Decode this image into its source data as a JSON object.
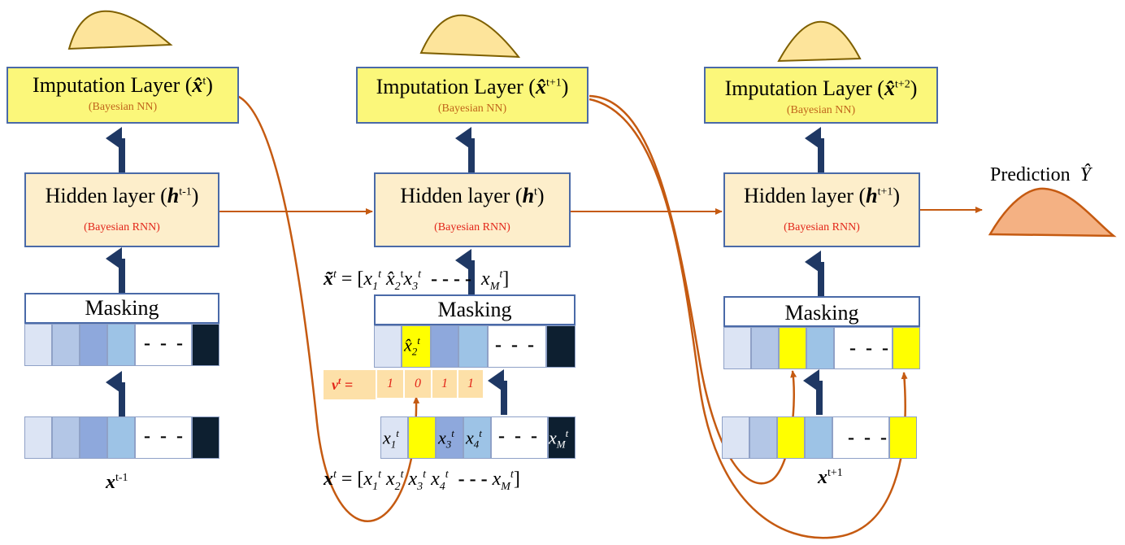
{
  "colors": {
    "imputation_fill": "#fbf77a",
    "hidden_fill": "#fdeecb",
    "arrow_navy": "#1f3864",
    "curve_orange": "#c55a11",
    "distribution_fill": "#f4b183",
    "imputed_cell": "#ffff00"
  },
  "columns": [
    {
      "imputation": {
        "title": "Imputation Layer (",
        "symbol": "x̂",
        "sup": "t",
        "close": ")",
        "subtitle": "(Bayesian NN)"
      },
      "hidden": {
        "title": "Hidden layer (",
        "symbol": "h",
        "sup": "t-1",
        "close": ")",
        "subtitle": "(Bayesian RNN)"
      },
      "masking": "Masking",
      "input_label": {
        "symbol": "x",
        "sup": "t-1"
      }
    },
    {
      "imputation": {
        "title": "Imputation Layer (",
        "symbol": "x̂",
        "sup": "t+1",
        "close": ")",
        "subtitle": "(Bayesian NN)"
      },
      "hidden": {
        "title": "Hidden layer (",
        "symbol": "h",
        "sup": "t",
        "close": ")",
        "subtitle": "(Bayesian RNN)"
      },
      "masking": "Masking",
      "masked_cell": {
        "base": "x̂",
        "sub": "2",
        "sup": "t"
      },
      "input_cells": [
        {
          "base": "x",
          "sub": "1",
          "sup": "t"
        },
        {
          "base": "x",
          "sub": "3",
          "sup": "t"
        },
        {
          "base": "x",
          "sub": "4",
          "sup": "t"
        },
        {
          "base": "x",
          "sub": "M",
          "sup": "t"
        }
      ],
      "tilde_eq": {
        "lhs": "x̃",
        "lhs_sup": "t",
        "eq": " = [",
        "t1": "x",
        "s1": "1",
        "t2": "x̂",
        "s2": "2",
        "t3": "x",
        "s3": "3",
        "dashes": "- - - -",
        "tM": "x",
        "sM": "M",
        "close": "]"
      },
      "x_eq": {
        "lhs": "x",
        "lhs_sup": "t",
        "eq": " = [",
        "t1": "x",
        "s1": "1",
        "t2": "x",
        "s2": "2",
        "t3": "x",
        "s3": "3",
        "t4": "x",
        "s4": "4",
        "dashes": "- - -",
        "tM": "x",
        "sM": "M",
        "close": "]"
      },
      "v_label": "v",
      "v_sup": "t",
      "v_eq": " =",
      "v_values": [
        "1",
        "0",
        "1",
        "1"
      ]
    },
    {
      "imputation": {
        "title": "Imputation Layer (",
        "symbol": "x̂",
        "sup": "t+2",
        "close": ")",
        "subtitle": "(Bayesian NN)"
      },
      "hidden": {
        "title": "Hidden layer (",
        "symbol": "h",
        "sup": "t+1",
        "close": ")",
        "subtitle": "(Bayesian RNN)"
      },
      "masking": "Masking",
      "input_label": {
        "symbol": "x",
        "sup": "t+1"
      }
    }
  ],
  "dashes": "- - -",
  "prediction": {
    "label": "Prediction",
    "symbol": "Ŷ"
  }
}
